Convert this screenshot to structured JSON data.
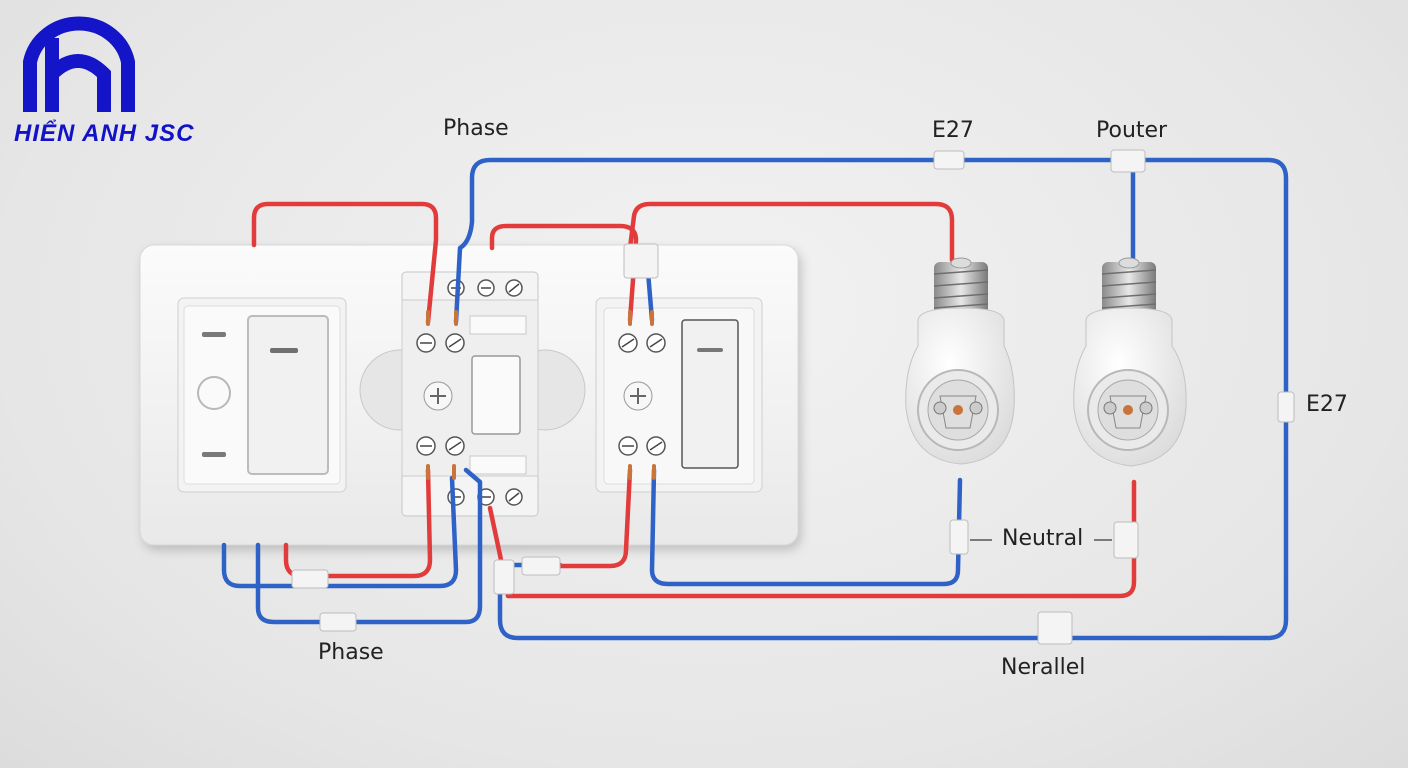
{
  "brand": {
    "name": "HIỂN ANH JSC",
    "color": "#1414c8"
  },
  "labels": {
    "phase_top": "Phase",
    "e27_top": "E27",
    "pouter": "Pouter",
    "e27_right": "E27",
    "neutral": "Neutral",
    "phase_bottom": "Phase",
    "nerallel": "Nerallel"
  },
  "colors": {
    "live_wire": "#e23b3b",
    "neutral_wire": "#2f62c6",
    "plate": "#f7f7f7",
    "copper": "#c8743a"
  },
  "components": {
    "wall_plate": "double-gang-wall-plate",
    "switch_left": "rocker-switch",
    "socket": "terminal-block",
    "switch_right": "rocker-switch",
    "lamp_1": "e27-lamp-holder",
    "lamp_2": "e27-lamp-holder"
  }
}
